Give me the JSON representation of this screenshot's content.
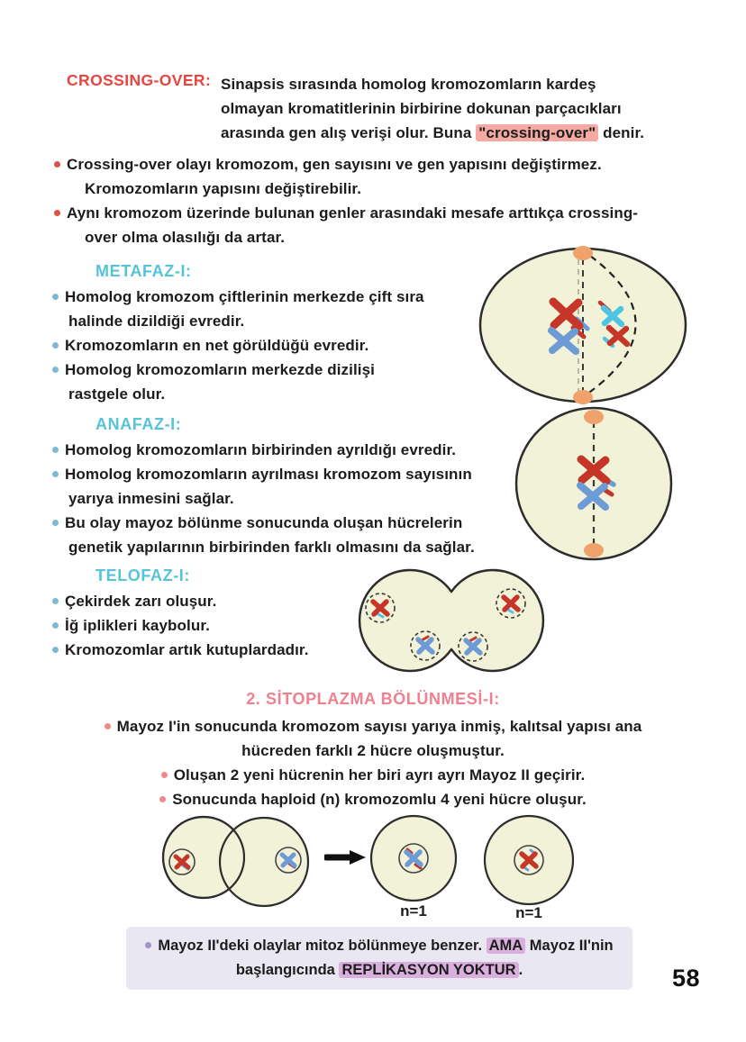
{
  "colors": {
    "heading_red": "#e8453f",
    "heading_cyan": "#55c4d8",
    "heading_pink": "#f0808e",
    "highlight_pink": "#f5a9a3",
    "highlight_purple": "#d9b0dd",
    "body_text": "#1c1c1c",
    "bullet_red": "#e0504a",
    "bullet_blue": "#7db8d6",
    "bullet_salmon": "#ef8a8a",
    "note_background": "#e9e7f2",
    "cell_fill": "#f1f2d7",
    "cell_outline": "#2d2d2d",
    "centrosome_orange": "#efa269",
    "chromosome_red": "#c53528",
    "chromosome_blue": "#6d9bd6",
    "chromosome_cyan": "#4ec4e2"
  },
  "intro": {
    "label": "CROSSING-OVER:",
    "line1": "Sinapsis sırasında homolog kromozomların kardeş",
    "line2": "olmayan kromatitlerinin birbirine dokunan parçacıkları",
    "line3_before": "arasında gen alış verişi olur. Buna ",
    "line3_highlight": "\"crossing-over\"",
    "line3_after": " denir."
  },
  "crossing_bullets": [
    {
      "lines": [
        "Crossing-over olayı kromozom, gen sayısını ve gen yapısını değiştirmez.",
        "Kromozomların yapısını değiştirebilir."
      ]
    },
    {
      "lines": [
        "Aynı kromozom üzerinde bulunan genler arasındaki mesafe arttıkça crossing-",
        "over olma olasılığı da artar."
      ]
    }
  ],
  "metafaz": {
    "heading": "METAFAZ-I:",
    "bullets": [
      {
        "lines": [
          "Homolog kromozom çiftlerinin merkezde çift sıra",
          "halinde dizildiği evredir."
        ]
      },
      {
        "lines": [
          "Kromozomların en net görüldüğü evredir."
        ]
      },
      {
        "lines": [
          "Homolog kromozomların merkezde dizilişi",
          "rastgele olur."
        ]
      }
    ]
  },
  "anafaz": {
    "heading": "ANAFAZ-I:",
    "bullets": [
      {
        "lines": [
          "Homolog kromozomların birbirinden ayrıldığı evredir."
        ]
      },
      {
        "lines": [
          "Homolog kromozomların ayrılması kromozom sayısının",
          "yarıya inmesini sağlar."
        ]
      },
      {
        "lines": [
          "Bu olay mayoz bölünme sonucunda oluşan hücrelerin",
          "genetik yapılarının birbirinden farklı olmasını da sağlar."
        ]
      }
    ]
  },
  "telofaz": {
    "heading": "TELOFAZ-I:",
    "bullets": [
      {
        "lines": [
          "Çekirdek zarı oluşur."
        ]
      },
      {
        "lines": [
          "İğ iplikleri kaybolur."
        ]
      },
      {
        "lines": [
          "Kromozomlar artık kutuplardadır."
        ]
      }
    ]
  },
  "sitoplazma": {
    "heading": "2. SİTOPLAZMA BÖLÜNMESİ-I:",
    "bullets": [
      {
        "lines": [
          "Mayoz I'in sonucunda kromozom sayısı yarıya inmiş, kalıtsal yapısı ana",
          "hücreden farklı 2 hücre oluşmuştur."
        ]
      },
      {
        "lines": [
          "Oluşan 2 yeni hücrenin her biri ayrı ayrı Mayoz II geçirir."
        ]
      },
      {
        "lines": [
          "Sonucunda haploid (n) kromozomlu 4 yeni hücre oluşur."
        ]
      }
    ]
  },
  "diagram_labels": {
    "n_left": "n=1",
    "n_right": "n=1"
  },
  "note": {
    "line1_before": "Mayoz II'deki olaylar mitoz bölünmeye benzer. ",
    "line1_highlight": "AMA",
    "line1_after": " Mayoz II'nin",
    "line2_before": "başlangıcında ",
    "line2_highlight": "REPLİKASYON YOKTUR",
    "line2_after": "."
  },
  "page": {
    "number": "58"
  }
}
